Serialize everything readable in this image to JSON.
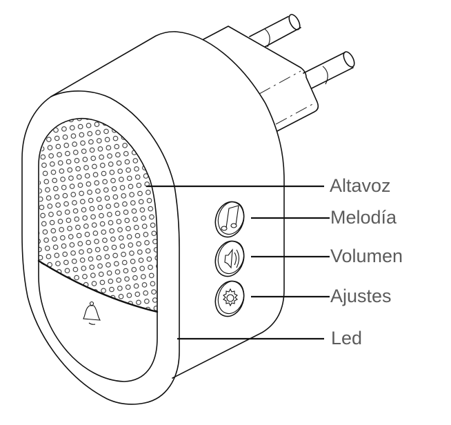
{
  "diagram": {
    "subject": "plug-in wireless doorbell receiver",
    "callouts": [
      {
        "id": "altavoz",
        "label": "Altavoz",
        "target": "speaker grille"
      },
      {
        "id": "melodia",
        "label": "Melodía",
        "target": "melody button (music note icon)"
      },
      {
        "id": "volumen",
        "label": "Volumen",
        "target": "volume button (speaker icon)"
      },
      {
        "id": "ajustes",
        "label": "Ajustes",
        "target": "settings button (gear icon)"
      },
      {
        "id": "led",
        "label": "Led",
        "target": "LED indicator"
      }
    ],
    "icons": {
      "melody": "music-note-icon",
      "volume": "speaker-icon",
      "settings": "gear-icon",
      "front": "bell-icon"
    },
    "colors": {
      "line": "#111111",
      "label_text": "#5b5b5b",
      "background": "#ffffff"
    }
  }
}
